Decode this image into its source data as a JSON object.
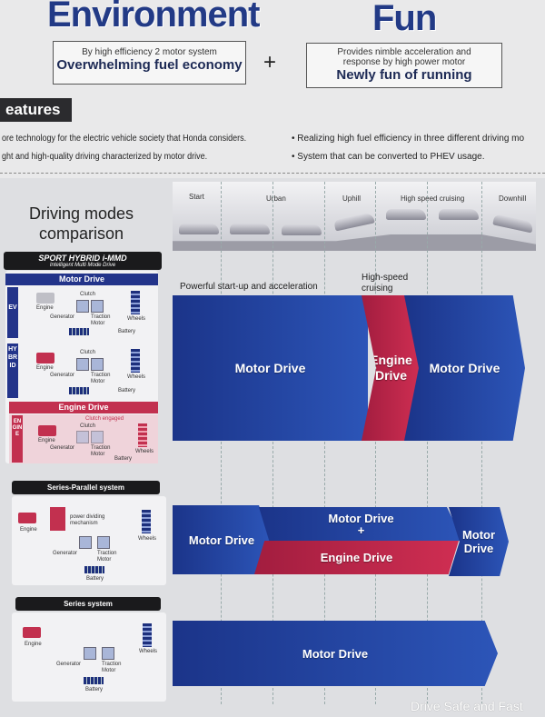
{
  "header": {
    "left_title": "Environment",
    "right_title": "Fun",
    "plus": "+",
    "left_box": {
      "sub": "By high efficiency 2 motor system",
      "main": "Overwhelming fuel economy"
    },
    "right_box": {
      "sub": "Provides nimble acceleration and response by high power motor",
      "main": "Newly fun of running"
    }
  },
  "features": {
    "title": "eatures",
    "lines": [
      "ore technology for the electric vehicle society that Honda considers.",
      "ght and high-quality driving characterized by motor drive.",
      "• Realizing high fuel efficiency in three different driving mo",
      "• System that can be converted to PHEV usage."
    ]
  },
  "comparison": {
    "title": "Driving modes comparison",
    "scenes": [
      "Start",
      "Urban",
      "Uphill",
      "High speed cruising",
      "Downhill"
    ],
    "phase_labels": [
      "Powerful start-up and acceleration",
      "High-speed cruising"
    ],
    "immd": {
      "logo": "SPORT HYBRID i-MMD",
      "tag": "Intelligent Multi Mode Drive",
      "motor_drive": "Motor Drive",
      "engine_drive": "Engine Drive",
      "modes": [
        "EV",
        "HYBRID",
        "ENGINE"
      ],
      "clutch_engaged": "Clutch engaged",
      "parts": {
        "engine": "Engine",
        "clutch": "Clutch",
        "generator": "Generator",
        "traction": "Traction Motor",
        "wheels": "Wheels",
        "battery": "Battery"
      },
      "bands": [
        "Motor Drive",
        "Engine Drive",
        "Motor Drive"
      ]
    },
    "series_parallel": {
      "title": "Series-Parallel system",
      "pdm": "power dividing mechanism",
      "bands": {
        "first": "Motor Drive",
        "top": "Motor Drive",
        "plus": "+",
        "bottom": "Engine Drive",
        "last": "Motor Drive"
      }
    },
    "series": {
      "title": "Series system",
      "band": "Motor Drive"
    }
  },
  "watermark": "Drive Safe and Fast"
}
